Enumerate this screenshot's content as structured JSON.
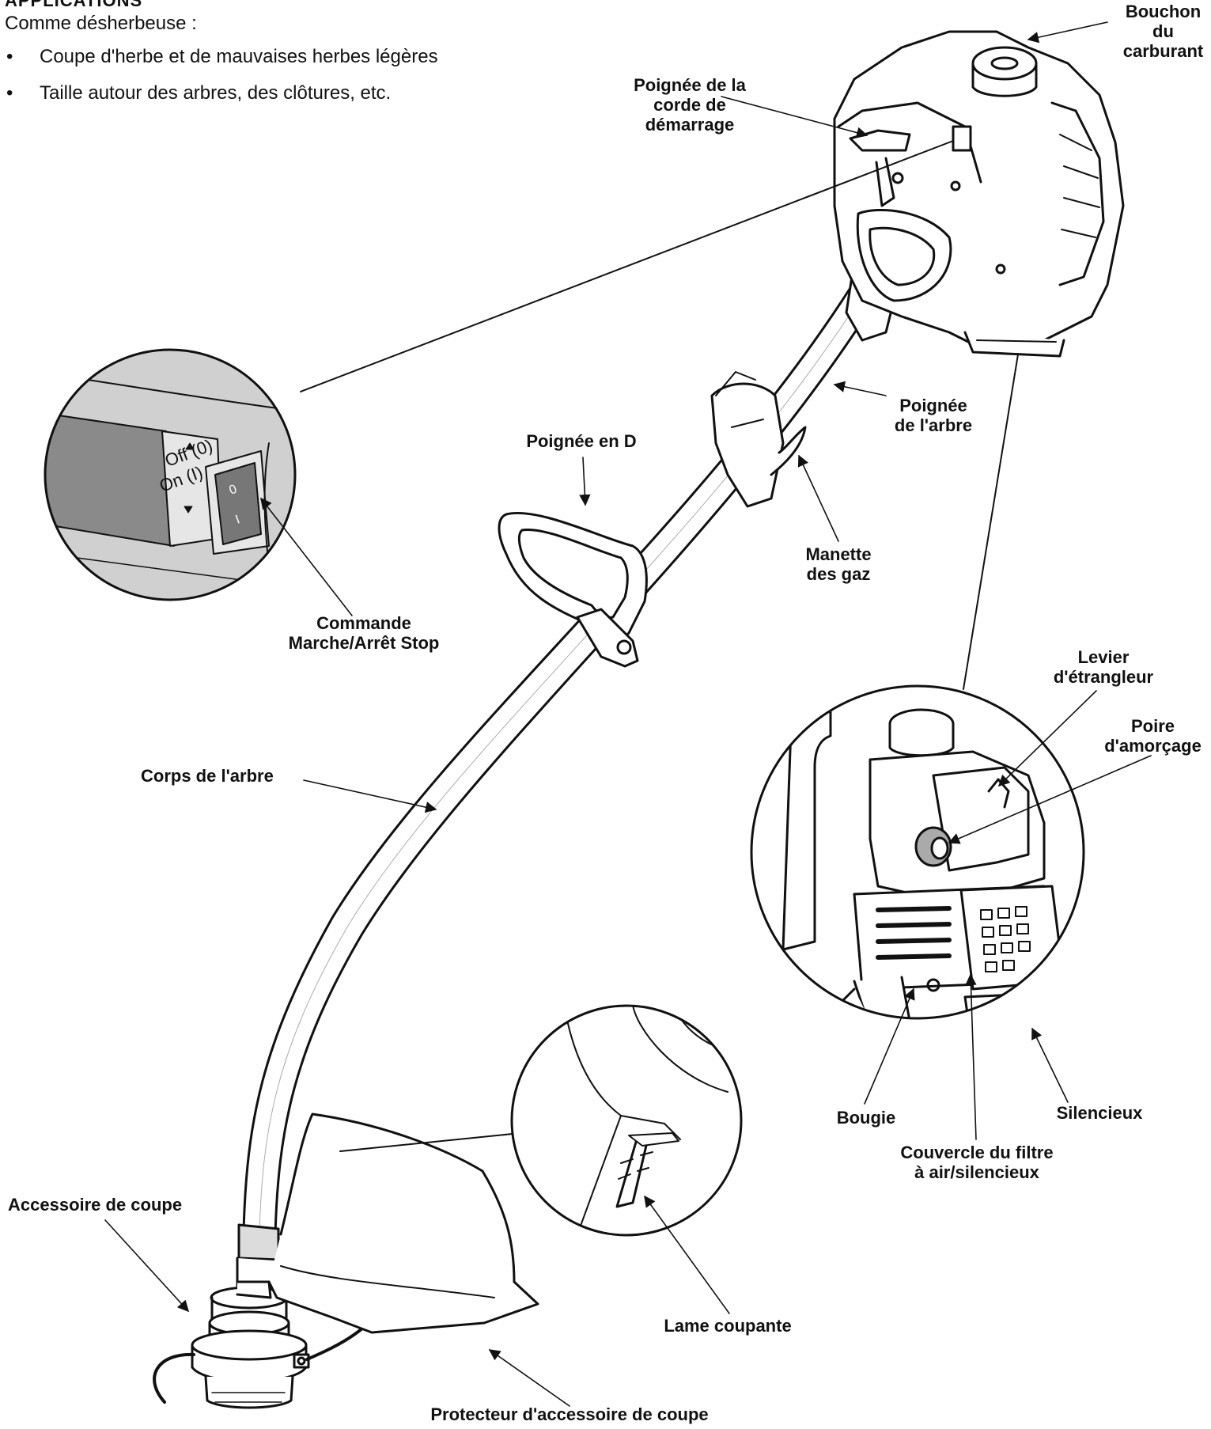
{
  "intro": {
    "heading": "APPLICATIONS",
    "text": "Comme désherbeuse :",
    "bullets": [
      "Coupe d'herbe et de mauvaises herbes légères",
      "Taille autour des arbres, des clôtures, etc."
    ]
  },
  "switch_detail": {
    "up_label": "Off (0)",
    "down_label": "On (I)",
    "switch_top": "0",
    "switch_bottom": "I"
  },
  "labels": {
    "fuel_cap": [
      "Bouchon",
      "du",
      "carburant"
    ],
    "starter_grip": [
      "Poignée de la",
      "corde de",
      "démarrage"
    ],
    "shaft_handle": [
      "Poignée",
      "de l'arbre"
    ],
    "d_handle": [
      "Poignée en D"
    ],
    "throttle": [
      "Manette",
      "des gaz"
    ],
    "on_off_switch": [
      "Commande",
      "Marche/Arrêt Stop"
    ],
    "choke": [
      "Levier",
      "d'étrangleur"
    ],
    "primer": [
      "Poire",
      "d'amorçage"
    ],
    "shaft_body": [
      "Corps de l'arbre"
    ],
    "spark_plug": [
      "Bougie"
    ],
    "muffler": [
      "Silencieux"
    ],
    "air_filter_cover": [
      "Couvercle du filtre",
      "à air/silencieux"
    ],
    "cutting_attachment": [
      "Accessoire de coupe"
    ],
    "cutting_blade": [
      "Lame coupante"
    ],
    "guard": [
      "Protecteur d'accessoire de coupe"
    ]
  },
  "colors": {
    "line": "#111111",
    "detail_fill": "#d4d4d4",
    "dark_fill": "#777777"
  }
}
